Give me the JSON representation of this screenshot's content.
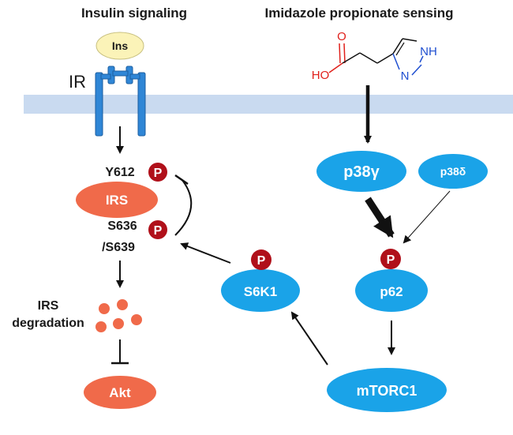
{
  "panels": {
    "insulin_title": "Insulin signaling",
    "imidazole_title": "Imidazole propionate sensing"
  },
  "insulin": {
    "ligand": "Ins",
    "receptor": "IR",
    "y612": "Y612",
    "irs": "IRS",
    "s636": "S636",
    "s639": "/S639",
    "degradation_line1": "IRS",
    "degradation_line2": "degradation",
    "akt": "Akt"
  },
  "imidazole": {
    "carbonyl_o": "O",
    "hydroxyl": "HO",
    "nh": "NH",
    "n": "N",
    "p38g": "p38γ",
    "p38d": "p38δ",
    "p62": "p62",
    "mtorc1": "mTORC1",
    "s6k1": "S6K1"
  },
  "phospho_label": "P",
  "colors": {
    "membrane": "#c9daf0",
    "blue_node": "#1aa3e8",
    "orange_node": "#f06a4a",
    "phospho": "#b0101a",
    "ins_fill": "#fbf3b8",
    "receptor": "#2f86d6",
    "molecule_red": "#e0201b",
    "molecule_blue": "#1f4fd0"
  }
}
